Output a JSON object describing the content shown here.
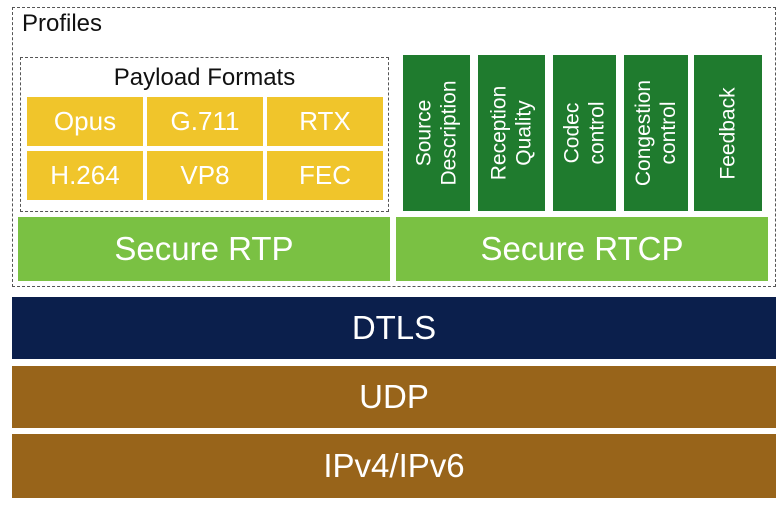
{
  "profiles": {
    "title": "Profiles"
  },
  "payload_formats": {
    "title": "Payload Formats",
    "codecs": [
      "Opus",
      "G.711",
      "RTX",
      "H.264",
      "VP8",
      "FEC"
    ]
  },
  "rtcp_functions": [
    {
      "lines": [
        "Source",
        "Description"
      ]
    },
    {
      "lines": [
        "Reception",
        "Quality"
      ]
    },
    {
      "lines": [
        "Codec",
        "control"
      ]
    },
    {
      "lines": [
        "Congestion",
        "control"
      ]
    },
    {
      "lines": [
        "Feedback"
      ]
    }
  ],
  "secure_rtp": "Secure RTP",
  "secure_rtcp": "Secure RTCP",
  "layers": {
    "dtls": "DTLS",
    "udp": "UDP",
    "ip": "IPv4/IPv6"
  },
  "colors": {
    "codec": "#f0c52b",
    "rtcp_function": "#1f7b2e",
    "secure": "#7ac143",
    "dtls": "#0b1f4c",
    "transport": "#98641a"
  }
}
